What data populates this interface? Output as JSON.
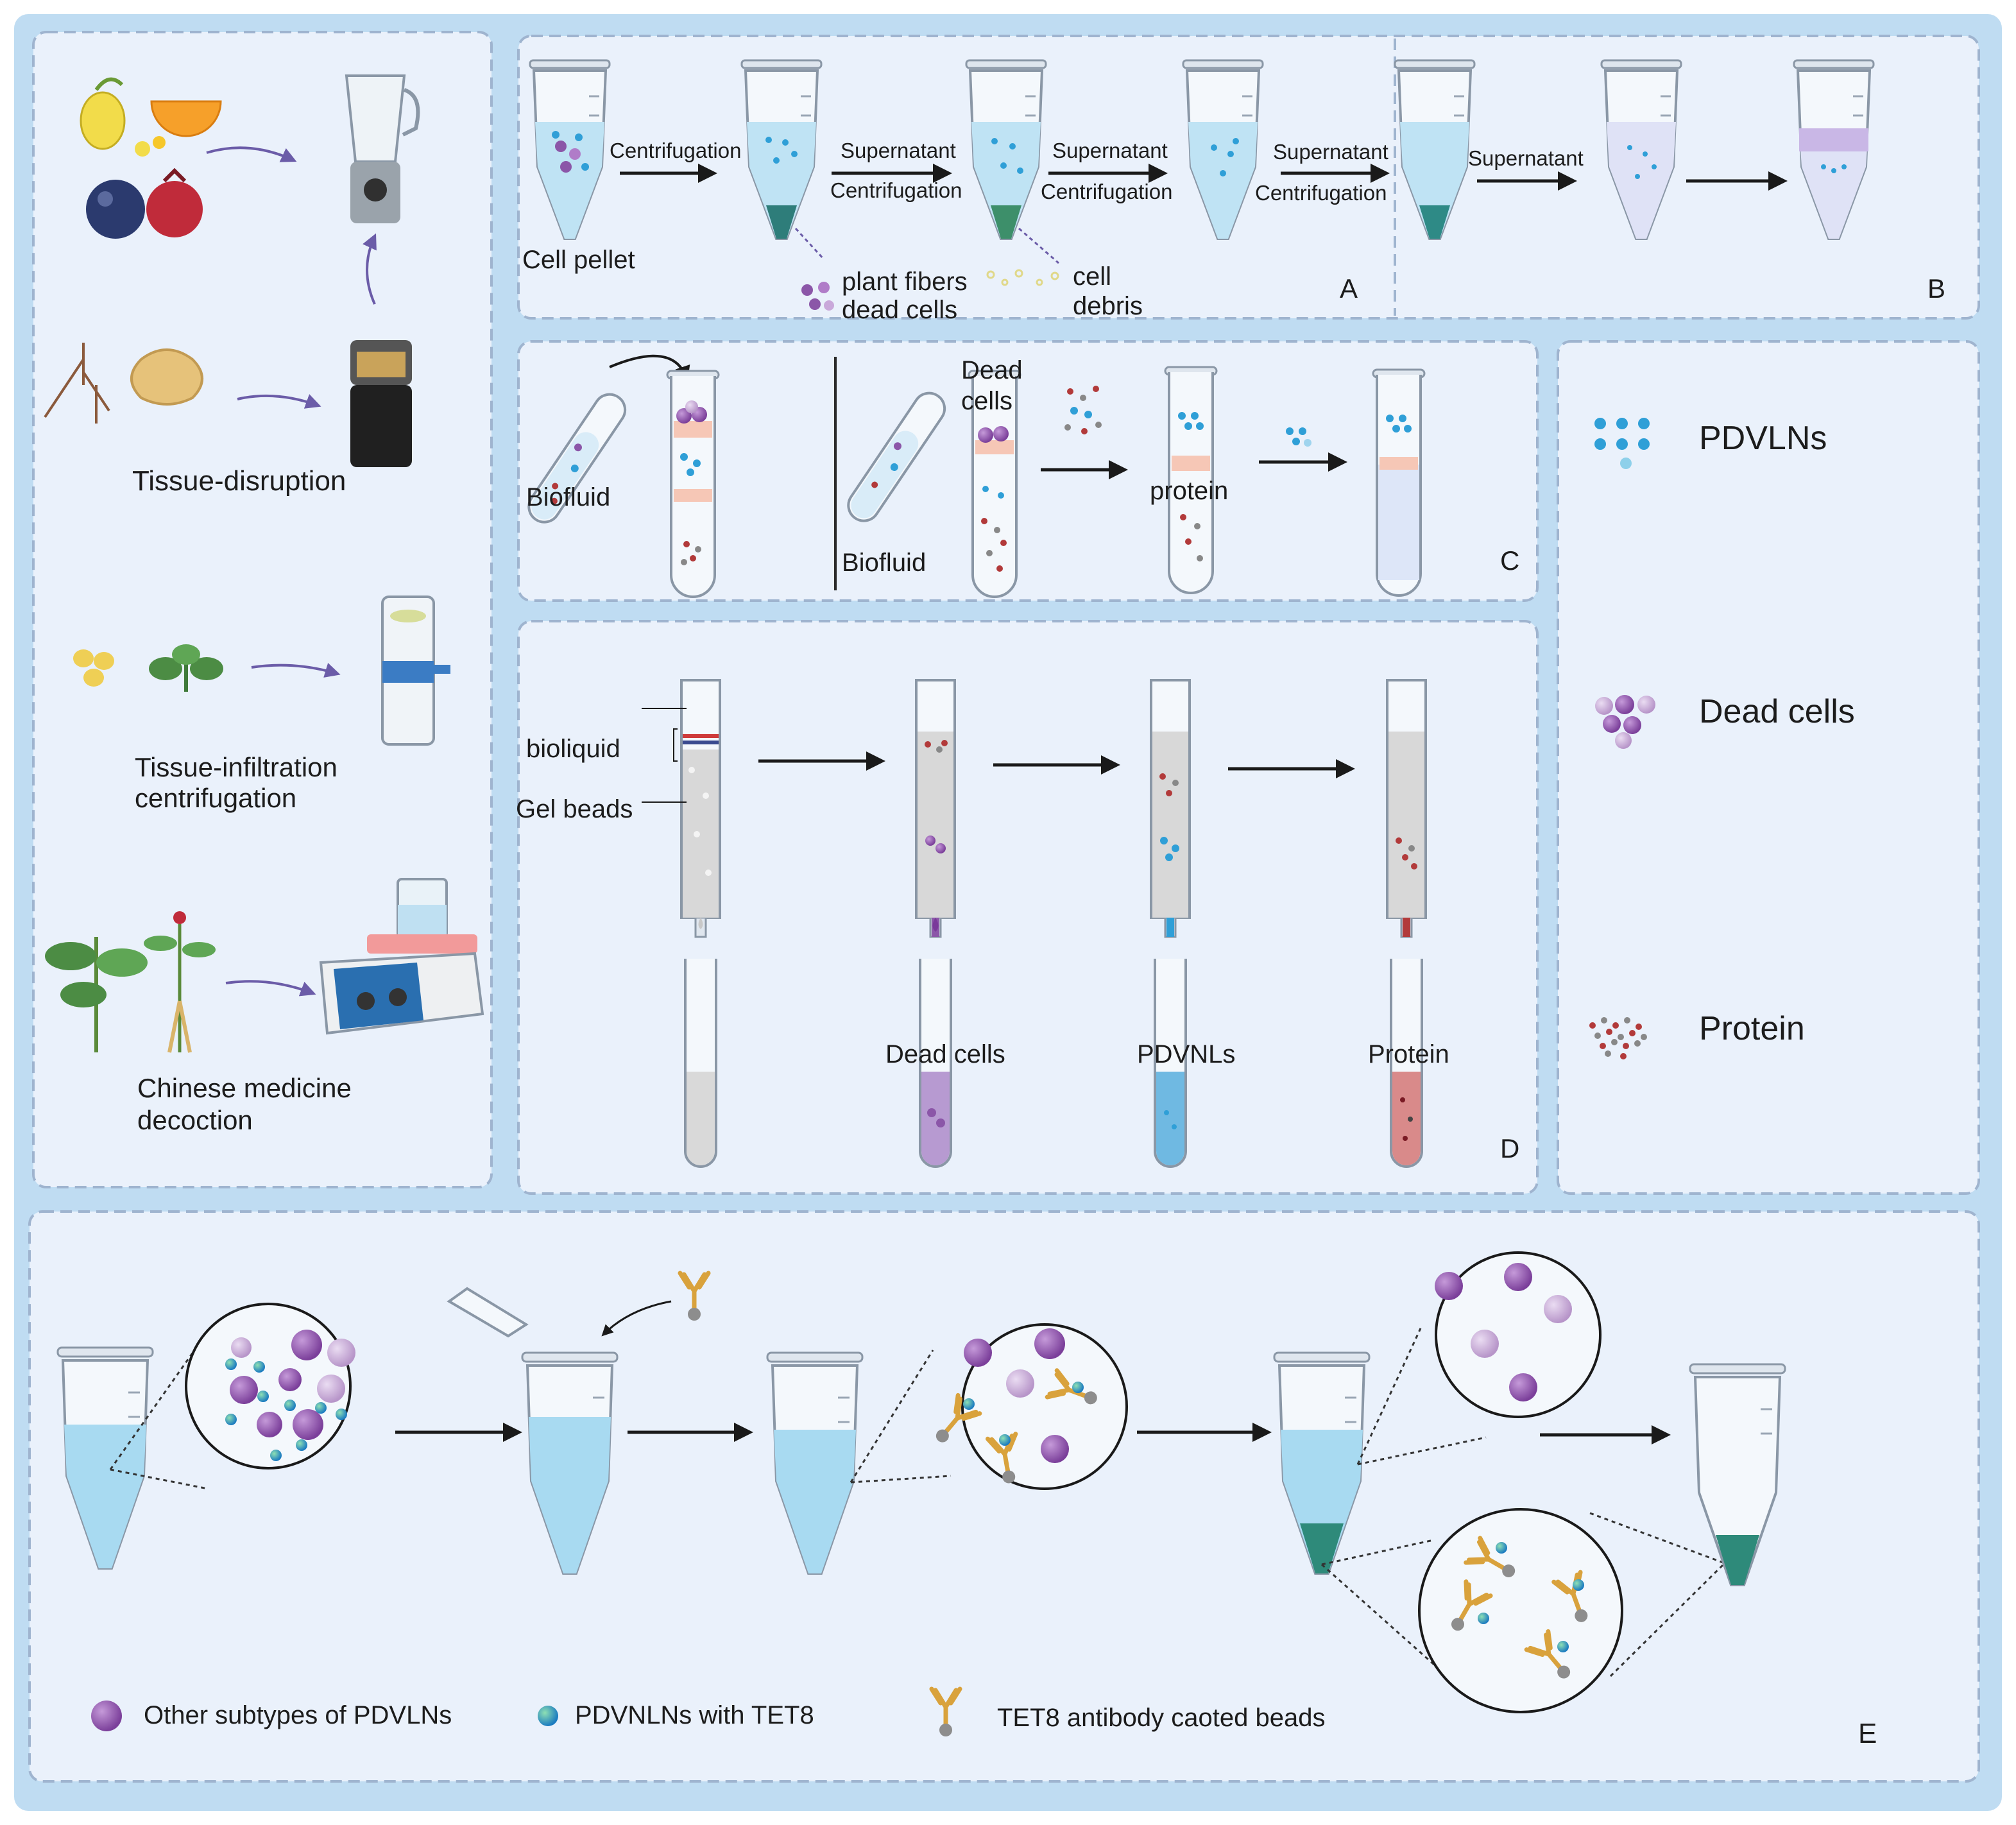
{
  "left_panel": {
    "tissue_disruption": "Tissue-disruption",
    "tissue_infiltration_1": "Tissue-infiltration",
    "tissue_infiltration_2": "centrifugation",
    "chinese_medicine_1": "Chinese medicine",
    "chinese_medicine_2": "decoction"
  },
  "panel_a": {
    "cell_pellet": "Cell pellet",
    "step1": "Centrifugation",
    "step2_top": "Supernatant",
    "step2_bottom": "Centrifugation",
    "step3_top": "Supernatant",
    "step3_bottom": "Centrifugation",
    "step4_top": "Supernatant",
    "step4_bottom": "Centrifugation",
    "plant_fibers": "plant fibers",
    "dead_cells": "dead cells",
    "cell": "cell",
    "debris": "debris",
    "letter": "A"
  },
  "panel_b": {
    "step": "Supernatant",
    "letter": "B"
  },
  "panel_c": {
    "biofluid_left": "Biofluid",
    "biofluid_right": "Biofluid",
    "dead": "Dead",
    "cells": "cells",
    "protein": "protein",
    "letter": "C"
  },
  "panel_d": {
    "bioliquid": "bioliquid",
    "gel_beads": "Gel beads",
    "dead_cells": "Dead cells",
    "pdvnls": "PDVNLs",
    "protein": "Protein",
    "letter": "D"
  },
  "legend_right": {
    "pdvlns": "PDVLNs",
    "dead_cells": "Dead cells",
    "protein": "Protein"
  },
  "panel_e": {
    "legend_other": "Other subtypes of PDVLNs",
    "legend_tet8": "PDVNLNs with TET8",
    "legend_antibody": "TET8 antibody caoted beads",
    "letter": "E"
  },
  "colors": {
    "frame": "#bfdcf2",
    "panel_fill": "#eaf1fb",
    "panel_border": "#9fb4cf",
    "liquid_blue": "#a8daf1",
    "pdvln_blue": "#2f9fd7",
    "dead_cell_purple": "#8b56a8",
    "protein_red": "#b23a3a"
  },
  "icons": {
    "fruits": "citrus-berries-pomegranate-icon",
    "blender": "blender-icon",
    "roots_ginger": "roots-ginger-icon",
    "grinder": "grinder-icon",
    "seeds_leaves": "seeds-leaves-icon",
    "filter_column": "filter-column-icon",
    "herbs": "herb-plants-icon",
    "hotplate": "hotplate-stirrer-icon",
    "antibody": "antibody-icon"
  }
}
